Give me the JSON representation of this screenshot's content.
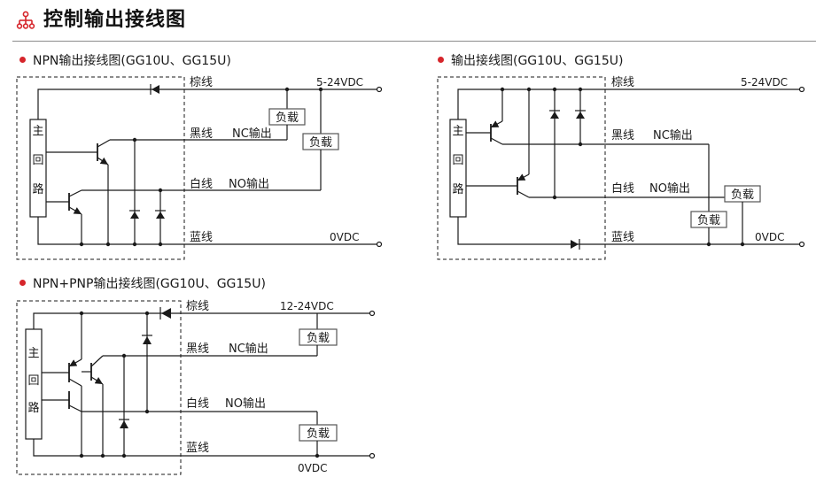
{
  "page": {
    "title": "控制输出接线图"
  },
  "colors": {
    "accent": "#d6252b",
    "line": "#1a1a1a",
    "box": "#555555"
  },
  "icons": {
    "header": "wiring-tree-icon",
    "section_bullet": "red-dot-icon"
  },
  "diagrams": {
    "npn": {
      "title": "NPN输出接线图(GG10U、GG15U)",
      "main_circuit": [
        "主",
        "回",
        "路"
      ],
      "wires": {
        "brown": "棕线",
        "black": "黑线",
        "white": "白线",
        "blue": "蓝线"
      },
      "outputs": {
        "nc": "NC输出",
        "no": "NO输出"
      },
      "voltage_top": "5-24VDC",
      "voltage_bottom": "0VDC",
      "load": "负载"
    },
    "pnp": {
      "title": "输出接线图(GG10U、GG15U)",
      "main_circuit": [
        "主",
        "回",
        "路"
      ],
      "wires": {
        "brown": "棕线",
        "black": "黑线",
        "white": "白线",
        "blue": "蓝线"
      },
      "outputs": {
        "nc": "NC输出",
        "no": "NO输出"
      },
      "voltage_top": "5-24VDC",
      "voltage_bottom": "0VDC",
      "load": "负载"
    },
    "npn_pnp": {
      "title": "NPN+PNP输出接线图(GG10U、GG15U)",
      "main_circuit": [
        "主",
        "回",
        "路"
      ],
      "wires": {
        "brown": "棕线",
        "black": "黑线",
        "white": "白线",
        "blue": "蓝线"
      },
      "outputs": {
        "nc": "NC输出",
        "no": "NO输出"
      },
      "voltage_top": "12-24VDC",
      "voltage_bottom": "0VDC",
      "load": "负载"
    }
  }
}
